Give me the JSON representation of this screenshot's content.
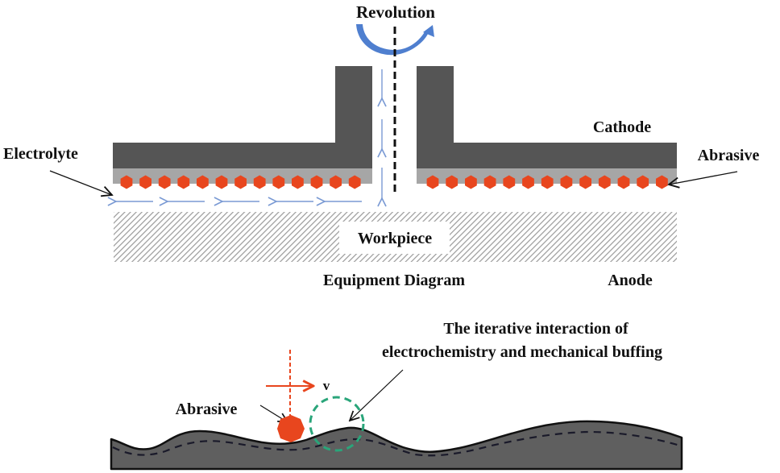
{
  "labels": {
    "revolution": "Revolution",
    "cathode": "Cathode",
    "electrolyte": "Electrolyte",
    "abrasive_top": "Abrasive",
    "workpiece": "Workpiece",
    "equipment_diagram": "Equipment Diagram",
    "anode": "Anode",
    "interaction_line1": "The iterative interaction of",
    "interaction_line2": "electrochemistry and mechanical buffing",
    "abrasive_bottom": "Abrasive",
    "velocity": "v"
  },
  "colors": {
    "cathode": "#555555",
    "abrasive_layer": "#a6a6a6",
    "abrasive_particle": "#e8461e",
    "electrolyte_flow": "#7a9ad4",
    "revolution_arrow": "#4f7fcf",
    "workpiece_hatch": "#9a9a9a",
    "surface": "#5f5f5f",
    "interaction_zone": "#2aa57a",
    "velocity_arrow": "#e8461e"
  },
  "counts": {
    "left_abrasive_particles": 13,
    "right_abrasive_particles": 13,
    "horizontal_flow_arrows": 5,
    "vertical_flow_arrows": 3
  }
}
